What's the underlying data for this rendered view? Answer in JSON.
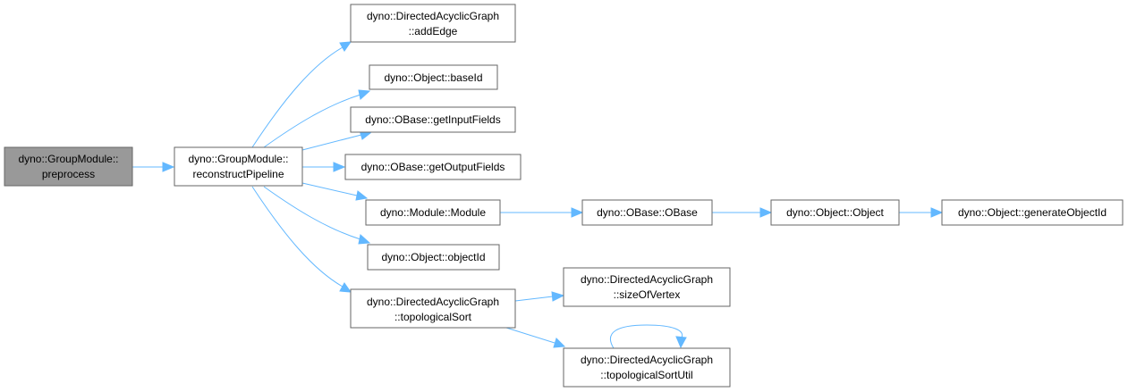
{
  "colors": {
    "edge": "#63b8ff",
    "node_border": "#666666",
    "focus_fill": "#999999",
    "node_fill": "#ffffff"
  },
  "nodes": {
    "preprocess": {
      "line1": "dyno::GroupModule::",
      "line2": "preprocess"
    },
    "reconstructPipeline": {
      "line1": "dyno::GroupModule::",
      "line2": "reconstructPipeline"
    },
    "addEdge": {
      "line1": "dyno::DirectedAcyclicGraph",
      "line2": "::addEdge"
    },
    "baseId": {
      "line1": "dyno::Object::baseId"
    },
    "getInputFields": {
      "line1": "dyno::OBase::getInputFields"
    },
    "getOutputFields": {
      "line1": "dyno::OBase::getOutputFields"
    },
    "module": {
      "line1": "dyno::Module::Module"
    },
    "obase": {
      "line1": "dyno::OBase::OBase"
    },
    "object": {
      "line1": "dyno::Object::Object"
    },
    "generateObjectId": {
      "line1": "dyno::Object::generateObjectId"
    },
    "objectId": {
      "line1": "dyno::Object::objectId"
    },
    "topologicalSort": {
      "line1": "dyno::DirectedAcyclicGraph",
      "line2": "::topologicalSort"
    },
    "sizeOfVertex": {
      "line1": "dyno::DirectedAcyclicGraph",
      "line2": "::sizeOfVertex"
    },
    "topologicalSortUtil": {
      "line1": "dyno::DirectedAcyclicGraph",
      "line2": "::topologicalSortUtil"
    }
  },
  "edges": [
    [
      "preprocess",
      "reconstructPipeline"
    ],
    [
      "reconstructPipeline",
      "addEdge"
    ],
    [
      "reconstructPipeline",
      "baseId"
    ],
    [
      "reconstructPipeline",
      "getInputFields"
    ],
    [
      "reconstructPipeline",
      "getOutputFields"
    ],
    [
      "reconstructPipeline",
      "module"
    ],
    [
      "reconstructPipeline",
      "objectId"
    ],
    [
      "reconstructPipeline",
      "topologicalSort"
    ],
    [
      "module",
      "obase"
    ],
    [
      "obase",
      "object"
    ],
    [
      "object",
      "generateObjectId"
    ],
    [
      "topologicalSort",
      "sizeOfVertex"
    ],
    [
      "topologicalSort",
      "topologicalSortUtil"
    ],
    [
      "topologicalSortUtil",
      "topologicalSortUtil"
    ]
  ]
}
